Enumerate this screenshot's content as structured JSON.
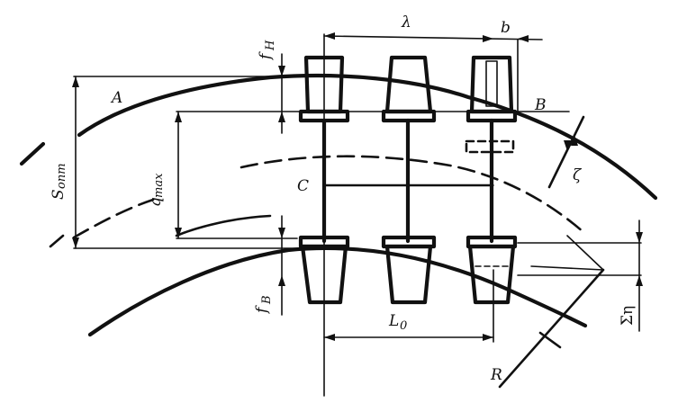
{
  "labels": {
    "lambda": "λ",
    "b": "b",
    "f_H": "f",
    "f_H_sub": "H",
    "A": "A",
    "B": "B",
    "zeta": "ζ",
    "S": "S",
    "S_sub": "опт",
    "q": "q",
    "q_sub": "max",
    "C": "C",
    "f_B": "f",
    "f_B_sub": "B",
    "L": "L",
    "L_sub": "0",
    "sum_eta": "Ση",
    "R": "R"
  }
}
